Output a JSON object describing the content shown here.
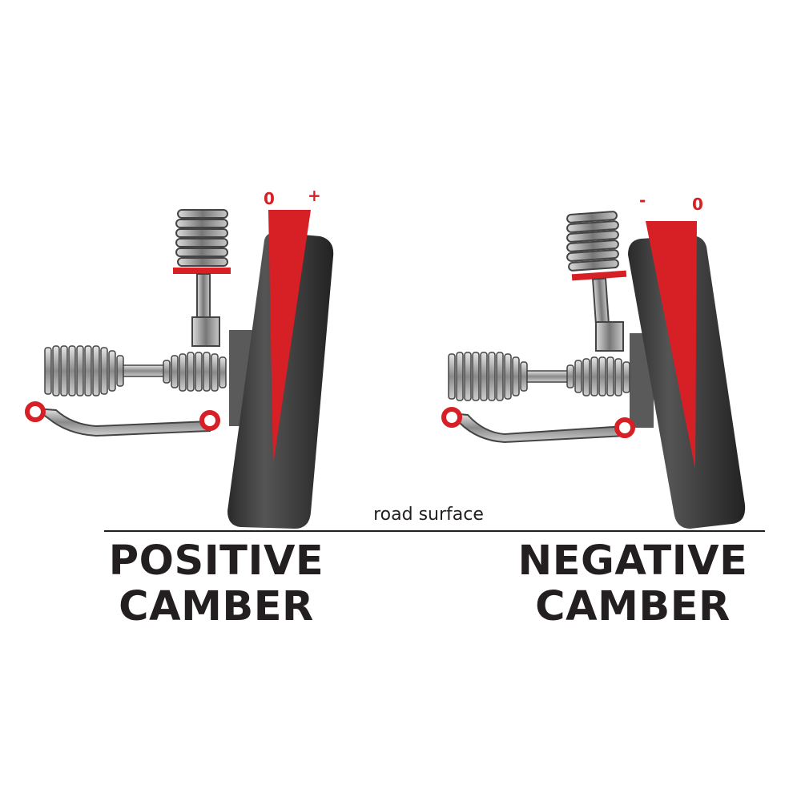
{
  "labels": {
    "road": "road surface",
    "positive_line1": "POSITIVE",
    "positive_line2": "CAMBER",
    "negative_line1": "NEGATIVE",
    "negative_line2": "CAMBER",
    "pos_zero": "0",
    "pos_plus": "+",
    "neg_minus": "-",
    "neg_zero": "0"
  },
  "colors": {
    "accent": "#d71f26",
    "tire": "#3a3a3a",
    "steel": "#9a9a9a",
    "text": "#231f20"
  }
}
